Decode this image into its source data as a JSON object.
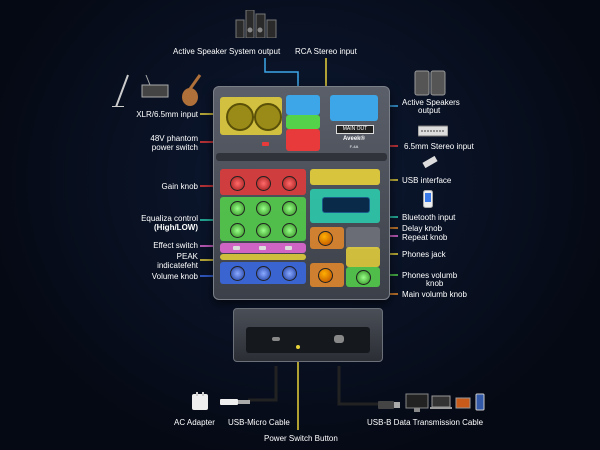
{
  "labels": {
    "active_speaker_system_output": "Active Speaker System output",
    "rca_stereo_input": "RCA Stereo input",
    "xlr_input": "XLR/6.5mm input",
    "phantom_line1": "48V phantom",
    "phantom_line2": "power switch",
    "active_speakers_line1": "Active Speakers",
    "active_speakers_line2": "output",
    "stereo_input_65": "6.5mm Stereo input",
    "usb_interface": "USB interface",
    "gain_knob": "Gain knob",
    "equaliza_line1": "Equaliza control",
    "equaliza_line2": "(High/LOW)",
    "bluetooth_input": "Bluetooth input",
    "delay_knob": "Delay knob",
    "repeat_knob": "Repeat knob",
    "effect_switch": "Effect switch",
    "peak_line1": "PEAK",
    "peak_line2": "indicatefeht",
    "phones_jack": "Phones jack",
    "volume_knob": "Volume knob",
    "phones_volumb_line1": "Phones volumb",
    "phones_volumb_line2": "knob",
    "main_volumb_knob": "Main volumb knob",
    "ac_adapter": "AC Adapter",
    "usb_micro_cable": "USB-Micro Cable",
    "power_switch_button": "Power Switch Button",
    "usbb_cable": "USB-B Data Transmission Cable"
  },
  "device": {
    "main_out_label": "MAIN OUT",
    "brand": "Aveek®",
    "model": "F-4A"
  },
  "colors": {
    "yellow": "#e8d23a",
    "blue": "#3ca6e8",
    "green": "#54d24a",
    "red": "#e83a3a",
    "pink": "#e86ad8",
    "teal": "#2ad0b0",
    "orange": "#e88a2a",
    "volume_blue": "#3a6ae8"
  }
}
